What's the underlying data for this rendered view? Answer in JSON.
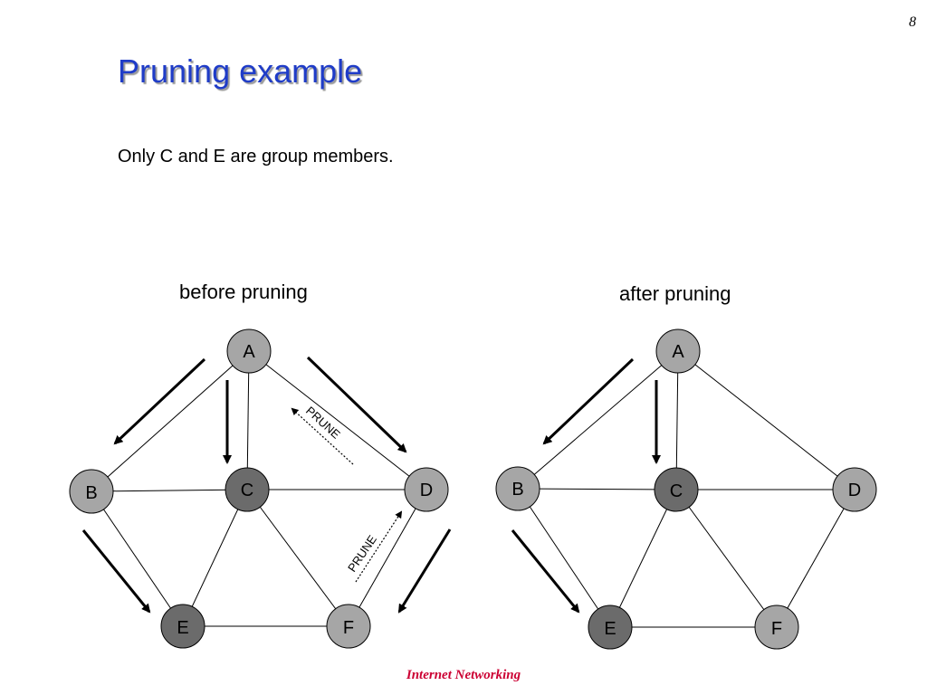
{
  "page_number": "8",
  "title": "Pruning example",
  "subtitle": "Only C and E are group members.",
  "footer": "Internet  Networking",
  "diagrams": {
    "before": {
      "label": "before pruning",
      "nodes": [
        "A",
        "B",
        "C",
        "D",
        "E",
        "F"
      ],
      "prune_labels": [
        "PRUNE",
        "PRUNE"
      ]
    },
    "after": {
      "label": "after pruning",
      "nodes": [
        "A",
        "B",
        "C",
        "D",
        "E",
        "F"
      ]
    }
  },
  "colors": {
    "member_node": "#6b6b6b",
    "regular_node": "#a6a6a6",
    "title": "#1f3cc8",
    "footer": "#cc0033"
  }
}
